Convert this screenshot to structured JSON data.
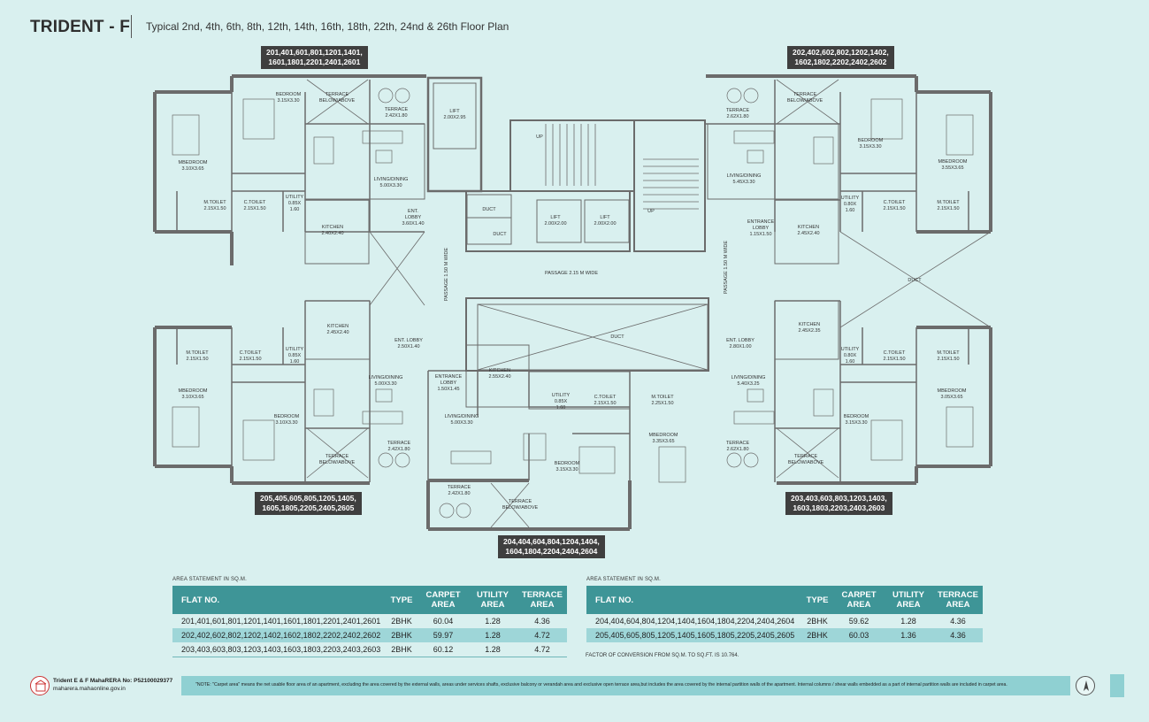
{
  "header": {
    "title": "TRIDENT - F",
    "subtitle": "Typical 2nd, 4th, 6th, 8th, 12th, 14th, 16th, 18th, 22th, 24nd & 26th Floor Plan"
  },
  "flat_tags": {
    "top_left": [
      "201,401,601,801,1201,1401,",
      "1601,1801,2201,2401,2601"
    ],
    "top_right": [
      "202,402,602,802,1202,1402,",
      "1602,1802,2202,2402,2602"
    ],
    "bottom_left": [
      "205,405,605,805,1205,1405,",
      "1605,1805,2205,2405,2605"
    ],
    "bottom_right": [
      "203,403,603,803,1203,1403,",
      "1603,1803,2203,2403,2603"
    ],
    "bottom_center": [
      "204,404,604,804,1204,1404,",
      "1604,1804,2204,2404,2604"
    ]
  },
  "rooms": {
    "tl_bedroom": [
      "BEDROOM",
      "3.15X3.30"
    ],
    "tl_terrace_below": [
      "TERRACE",
      "BELOW/ABOVE"
    ],
    "tl_terrace": [
      "TERRACE",
      "2.42X1.80"
    ],
    "lift_top": [
      "LIFT",
      "2.00X2.95"
    ],
    "tl_mbedroom": [
      "MBEDROOM",
      "3.10X3.65"
    ],
    "tl_living": [
      "LIVING/DINING",
      "5.00X3.30"
    ],
    "tl_mtoilet": [
      "M.TOILET",
      "2.15X1.50"
    ],
    "tl_ctoilet": [
      "C.TOILET",
      "2.15X1.50"
    ],
    "tl_utility": [
      "UTILITY",
      "0.85X",
      "1.60"
    ],
    "tl_kitchen": [
      "KITCHEN",
      "2.40X2.40"
    ],
    "tl_ent_lobby": [
      "ENT.",
      "LOBBY",
      "3.60X1.40"
    ],
    "duct": "DUCT",
    "lift_left": [
      "LIFT",
      "2.00X2.00"
    ],
    "lift_right": [
      "LIFT",
      "2.00X2.00"
    ],
    "up": "UP",
    "passage_center": "PASSAGE 2.15  M WIDE",
    "passage_left": "PASSAGE 1.50 M WIDE",
    "passage_right": "PASSAGE 1.50 M WIDE",
    "tr_terrace": [
      "TERRACE",
      "2.62X1.80"
    ],
    "tr_terrace_below": [
      "TERRACE",
      "BELOW/ABOVE"
    ],
    "tr_living": [
      "LIVING/DINING",
      "5.45X3.30"
    ],
    "tr_bedroom": [
      "BEDROOM",
      "3.15X3.30"
    ],
    "tr_mbedroom": [
      "MBEDROOM",
      "3.55X3.65"
    ],
    "tr_utility": [
      "UTILITY",
      "0.80X",
      "1.60"
    ],
    "tr_ctoilet": [
      "C.TOILET",
      "2.15X1.50"
    ],
    "tr_mtoilet": [
      "M.TOILET",
      "2.15X1.50"
    ],
    "tr_entrance_lobby": [
      "ENTRANCE",
      "LOBBY",
      "1.15X1.50"
    ],
    "tr_kitchen": [
      "KITCHEN",
      "2.45X2.40"
    ],
    "bl_kitchen": [
      "KITCHEN",
      "2.45X2.40"
    ],
    "bl_ent_lobby": [
      "ENT. LOBBY",
      "2.50X1.40"
    ],
    "bl_mtoilet": [
      "M.TOILET",
      "2.15X1.50"
    ],
    "bl_ctoilet": [
      "C.TOILET",
      "2.15X1.50"
    ],
    "bl_utility": [
      "UTILITY",
      "0.85X",
      "1.60"
    ],
    "bl_living": [
      "LIVING/DINING",
      "5.00X3.30"
    ],
    "bl_mbedroom": [
      "MBEDROOM",
      "3.10X3.65"
    ],
    "bl_bedroom": [
      "BEDROOM",
      "3.10X3.30"
    ],
    "bl_terrace_below": [
      "TERRACE",
      "BELOW/ABOVE"
    ],
    "bl_terrace": [
      "TERRACE",
      "2.42X1.80"
    ],
    "bc_kitchen": [
      "KITCHEN",
      "2.55X2.40"
    ],
    "bc_entrance_lobby": [
      "ENTRANCE",
      "LOBBY",
      "1.50X1.45"
    ],
    "bc_utility": [
      "UTILITY",
      "0.85X",
      "1.60"
    ],
    "bc_ctoilet": [
      "C.TOILET",
      "2.15X1.50"
    ],
    "bc_mtoilet": [
      "M.TOILET",
      "2.25X1.50"
    ],
    "bc_living": [
      "LIVING/DINING",
      "5.00X3.30"
    ],
    "bc_mbedroom": [
      "MBEDROOM",
      "3.35X3.65"
    ],
    "bc_bedroom": [
      "BEDROOM",
      "3.15X3.30"
    ],
    "bc_terrace": [
      "TERRACE",
      "2.42X1.80"
    ],
    "bc_terrace_below": [
      "TERRACE",
      "BELOW/ABOVE"
    ],
    "br_kitchen": [
      "KITCHEN",
      "2.45X2.35"
    ],
    "br_ent_lobby": [
      "ENT. LOBBY",
      "2.80X1.00"
    ],
    "br_living": [
      "LIVING/DINING",
      "5.40X3.25"
    ],
    "br_utility": [
      "UTILITY",
      "0.80X",
      "1.60"
    ],
    "br_ctoilet": [
      "C.TOILET",
      "2.15X1.50"
    ],
    "br_mtoilet": [
      "M.TOILET",
      "2.15X1.50"
    ],
    "br_bedroom": [
      "BEDROOM",
      "3.15X3.30"
    ],
    "br_mbedroom": [
      "MBEDROOM",
      "3.05X3.65"
    ],
    "br_terrace": [
      "TERRACE",
      "2.62X1.80"
    ],
    "br_terrace_below": [
      "TERRACE",
      "BELOW/ABOVE"
    ]
  },
  "area_left": {
    "caption": "AREA STATEMENT IN SQ.M.",
    "headers": {
      "flat": "FLAT NO.",
      "type": "TYPE",
      "carpet": [
        "CARPET",
        "AREA"
      ],
      "utility": [
        "UTILITY",
        "AREA"
      ],
      "terrace": [
        "TERRACE",
        "AREA"
      ]
    },
    "rows": [
      {
        "flat": "201,401,601,801,1201,1401,1601,1801,2201,2401,2601",
        "type": "2BHK",
        "carpet": "60.04",
        "utility": "1.28",
        "terrace": "4.36"
      },
      {
        "flat": "202,402,602,802,1202,1402,1602,1802,2202,2402,2602",
        "type": "2BHK",
        "carpet": "59.97",
        "utility": "1.28",
        "terrace": "4.72"
      },
      {
        "flat": "203,403,603,803,1203,1403,1603,1803,2203,2403,2603",
        "type": "2BHK",
        "carpet": "60.12",
        "utility": "1.28",
        "terrace": "4.72"
      }
    ]
  },
  "area_right": {
    "caption": "AREA STATEMENT IN SQ.M.",
    "headers": {
      "flat": "FLAT NO.",
      "type": "TYPE",
      "carpet": [
        "CARPET",
        "AREA"
      ],
      "utility": [
        "UTILITY",
        "AREA"
      ],
      "terrace": [
        "TERRACE",
        "AREA"
      ]
    },
    "rows": [
      {
        "flat": "204,404,604,804,1204,1404,1604,1804,2204,2404,2604",
        "type": "2BHK",
        "carpet": "59.62",
        "utility": "1.28",
        "terrace": "4.36"
      },
      {
        "flat": "205,405,605,805,1205,1405,1605,1805,2205,2405,2605",
        "type": "2BHK",
        "carpet": "60.03",
        "utility": "1.36",
        "terrace": "4.36"
      }
    ]
  },
  "factor_note": "FACTOR OF CONVERSION FROM SQ.M. TO SQ.FT. IS 10.764.",
  "footer": {
    "rera_line1": "Trident E & F MahaRERA No: P52100029377",
    "rera_line2": "maharera.mahaonline.gov.in",
    "note": "\"NOTE: \"Carpet area\" means the net usable floor area of an apartment, excluding the area covered by the external walls, areas under services shafts, exclusive balcony or verandah area and exclusive open terrace area,but includes the area covered by the internal partition walls of the apartment. Internal columns / shear walls embedded as a part of internal partition walls are included in carpet area."
  },
  "colors": {
    "background": "#d9f0ef",
    "header_teal": "#3e9597",
    "row_alt": "#9ed6d8",
    "tag": "#3f3f3f",
    "wall": "#6b6b6b"
  },
  "icons": {
    "north": "north-arrow-icon",
    "rera": "maharera-logo-icon"
  }
}
